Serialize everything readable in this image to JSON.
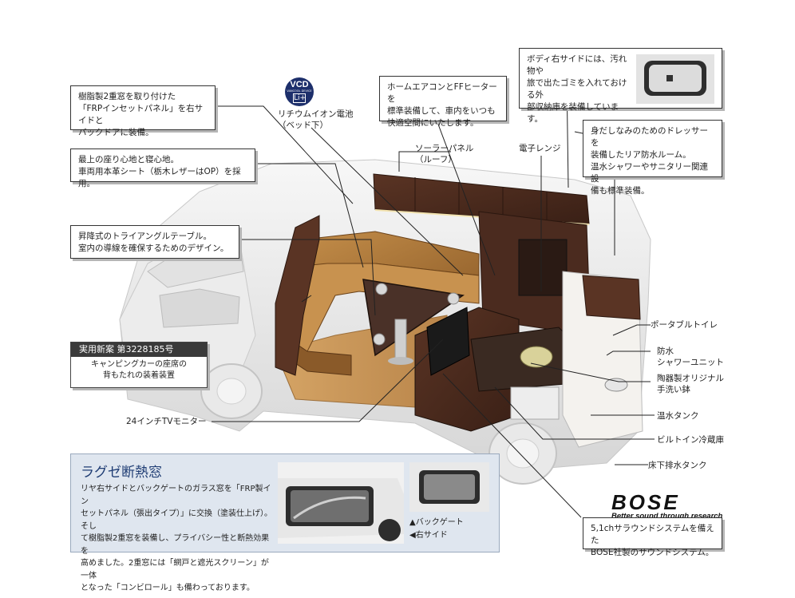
{
  "callouts": {
    "resin_window": "樹脂製2重窓を取り付けた\n「FRPインセットパネル」を右サイドと\nバックドアに装備。",
    "seat": "最上の座り心地と寝心地。\n車両用本革シート（栃木レザーはOP）を採用。",
    "table": "昇降式のトライアングルテーブル。\n室内の導線を確保するためのデザイン。",
    "battery": "リチウムイオン電池\n（ベッド下）",
    "aircon": "ホームエアコンとFFヒーターを\n標準装備して、車内をいつも\n快適空間にいたします。",
    "solar": "ソーラーパネル\n（ルーフ）",
    "microwave": "電子レンジ",
    "storage": "ボディ右サイドには、汚れ物や\n旅で出たゴミを入れておける外\n部収納庫を装備しています。",
    "dresser": "身だしなみのためのドレッサーを\n装備したリア防水ルーム。\n温水シャワーやサニタリー関連設\n備も標準装備。",
    "toilet": "ポータブルトイレ",
    "shower": "防水\nシャワーユニット",
    "basin": "陶器製オリジナル\n手洗い鉢",
    "hot_water_tank": "温水タンク",
    "fridge": "ビルトイン冷蔵庫",
    "drain_tank": "床下排水タンク",
    "tv": "24インチTVモニター",
    "sound": "5,1chサラウンドシステムを備えた\nBOSE社製のサウンドシステム。"
  },
  "patent": {
    "header": "実用新案 第3228185号",
    "body": "キャンピングカーの座席の\n背もたれの装着装置"
  },
  "window_section": {
    "title": "ラグゼ断熱窓",
    "description": "リヤ右サイドとバックゲートのガラス窓を「FRP製イン\nセットパネル（張出タイプ）」に交換（塗装仕上げ）。そし\nて樹脂製2重窓を装備し、プライバシー性と断熱効果を\n高めました。2重窓には「網戸と遮光スクリーン」が一体\nとなった「コンビロール」も備わっております。",
    "caption_back": "▲バックゲート",
    "caption_side": "◀右サイド"
  },
  "badge": {
    "top": "VCD",
    "middle": "VANCOOL DEVICE",
    "bottom": "Li+"
  },
  "brand": {
    "logo": "BOSE",
    "tagline": "Better sound through research"
  },
  "colors": {
    "wood": "#4a2a1e",
    "cushion": "#b07a3a",
    "body": "#efefef",
    "panel_bg": "#dfe6ef",
    "panel_title": "#1f3d74"
  }
}
